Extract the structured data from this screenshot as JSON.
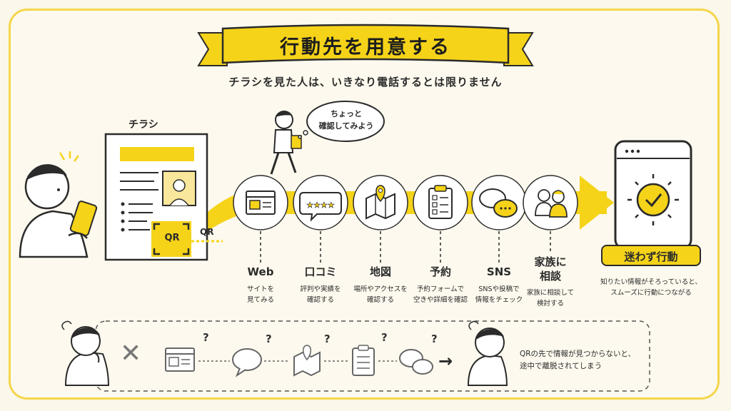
{
  "title": "行動先を用意する",
  "subtitle": "チラシを見た人は、いきなり電話するとは限りません",
  "flyer": {
    "title": "チラシ",
    "qr_label": "QR"
  },
  "qr_path_label": "QR",
  "speech_bubble": [
    "ちょっと",
    "確認してみよう"
  ],
  "steps": [
    {
      "label": "Web",
      "desc": [
        "サイトを",
        "見てみる"
      ],
      "icon": "browser-icon"
    },
    {
      "label": "口コミ",
      "desc": [
        "評判や実績を",
        "確認する"
      ],
      "icon": "review-stars-icon"
    },
    {
      "label": "地図",
      "desc": [
        "場所やアクセスを",
        "確認する"
      ],
      "icon": "map-pin-icon"
    },
    {
      "label": "予約",
      "desc": [
        "予約フォームで",
        "空きや詳細を確認"
      ],
      "icon": "clipboard-checklist-icon"
    },
    {
      "label": "SNS",
      "desc": [
        "SNSや投稿で",
        "情報をチェック"
      ],
      "icon": "chat-bubbles-icon"
    },
    {
      "label": [
        "家族に",
        "相談"
      ],
      "desc": [
        "家族に相談して",
        "検討する"
      ],
      "icon": "family-icon"
    }
  ],
  "result": {
    "label": "迷わず行動",
    "desc": [
      "知りたい情報がそろっていると、",
      "スムーズに行動につながる"
    ],
    "icon": "smartphone-check-icon"
  },
  "failure": {
    "mark": "✕",
    "question_mark": "?",
    "arrow": "→",
    "note": [
      "QRの先で情報が見つからないと、",
      "途中で離脱されてしまう"
    ]
  },
  "colors": {
    "accent": "#f5d319",
    "ink": "#2b2b2b",
    "background": "#fdf9ee",
    "border": "#f5d64a"
  }
}
